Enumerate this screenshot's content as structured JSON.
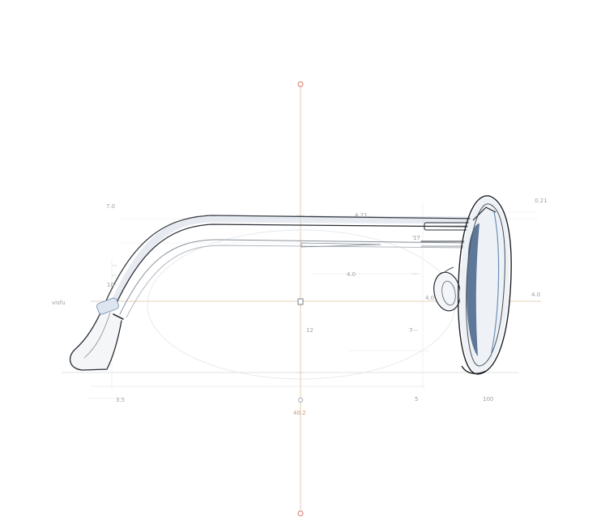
{
  "colors": {
    "background": "#ffffff",
    "frame_outline": "#1e2126",
    "frame_shade": "#b7c3d3",
    "lens_tint": "#2c4f7a",
    "guide_line": "#e6d2bd",
    "axis_marker": "#d9776a",
    "dimension_text": "#9aa0a6",
    "warm_text": "#c49a7a"
  },
  "labels": {
    "top_left_number": "7.0",
    "temple_top_label": "4.21",
    "hinge_label": "17",
    "nose_label": "4.0",
    "left_side_label": "visfu",
    "center_label_1": "12",
    "right_lower_label": "7",
    "left_bottom_label": "3.5",
    "axis_bottom_label": "40.2",
    "right_bottom_label_1": "5",
    "right_bottom_label_2": "100",
    "right_edge_label": "4.0",
    "top_right_label": "0.21",
    "small_left_label": "10",
    "lens_center_label": "4.0"
  },
  "icons": {
    "axis_top_marker": "circle-marker-icon",
    "axis_bottom_marker": "circle-marker-icon",
    "center_marker": "square-marker-icon",
    "lower_marker": "circle-marker-icon"
  }
}
